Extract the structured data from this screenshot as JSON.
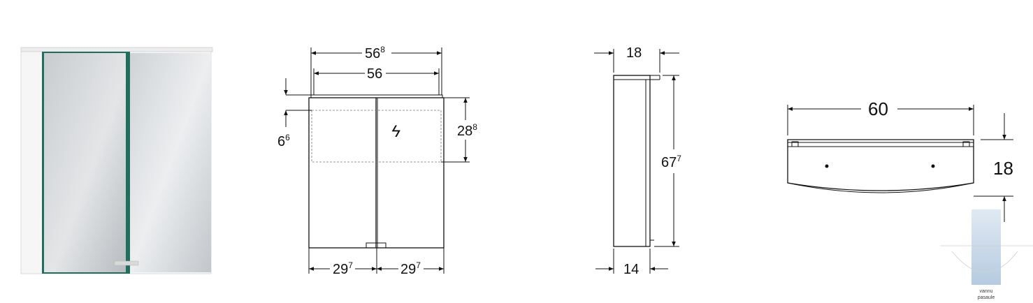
{
  "photo": {
    "name": "mirror cabinet product photo"
  },
  "front_view": {
    "outer_width": "56",
    "outer_width_sup": "8",
    "inner_width": "56",
    "top_offset": "6",
    "top_offset_sup": "6",
    "light_height": "28",
    "light_height_sup": "8",
    "door_left": "29",
    "door_left_sup": "7",
    "door_right": "29",
    "door_right_sup": "7",
    "electric_symbol": "ϟ"
  },
  "side_view": {
    "top_depth": "18",
    "bottom_depth": "14",
    "height": "67",
    "height_sup": "7"
  },
  "top_view": {
    "width": "60",
    "depth": "18"
  },
  "watermark": {
    "name": "vannu pasaule watermark",
    "text_line1": "vannu",
    "text_line2": "pasaule"
  }
}
